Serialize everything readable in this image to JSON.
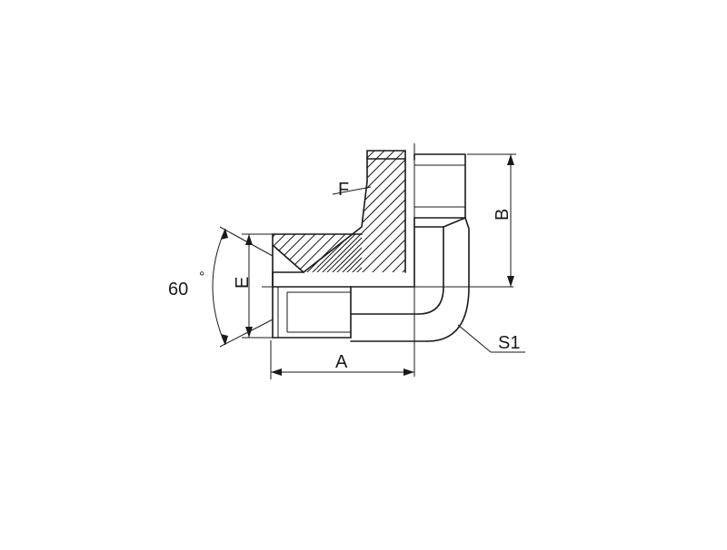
{
  "diagram": {
    "labels": {
      "angle_value": "60",
      "angle_unit": "°",
      "e": "E",
      "f": "F",
      "a": "A",
      "b": "B",
      "s1": "S1"
    }
  }
}
